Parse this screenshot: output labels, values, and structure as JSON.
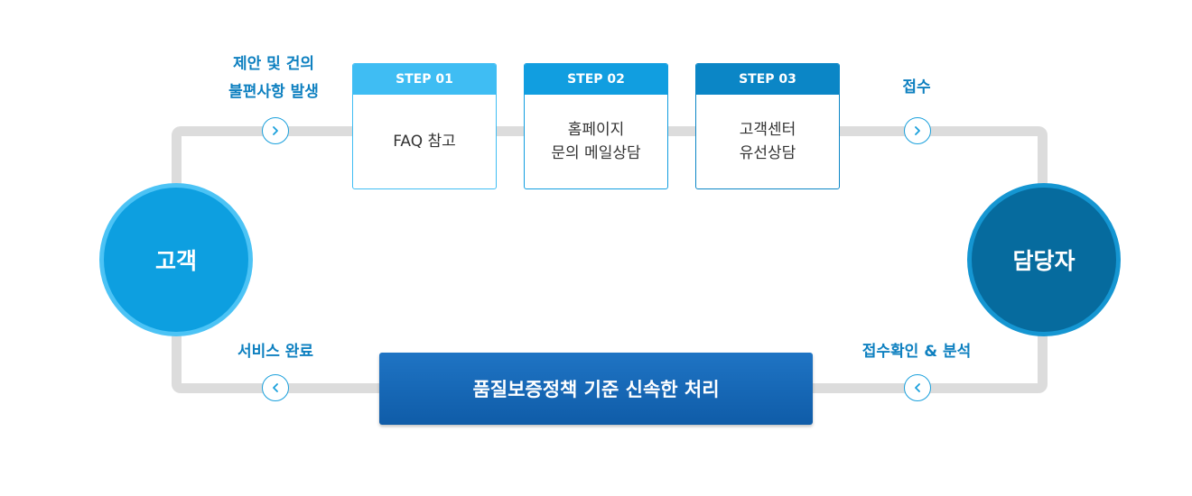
{
  "actors": {
    "customer": "고객",
    "manager": "담당자"
  },
  "labels": {
    "suggestion": "제안 및 건의\n불편사항 발생",
    "receipt": "접수",
    "confirm_analysis": "접수확인 & 분석",
    "service_done": "서비스 완료"
  },
  "steps": [
    {
      "label": "STEP 01",
      "text": "FAQ 참고"
    },
    {
      "label": "STEP 02",
      "text": "홈페이지\n문의 메일상담"
    },
    {
      "label": "STEP 03",
      "text": "고객센터\n유선상담"
    }
  ],
  "process": "품질보증정책 기준 신속한 처리",
  "colors": {
    "line": "#dcdcdc",
    "step1": "#3fbdf3",
    "step2": "#119ee0",
    "step3": "#0b86c6",
    "customer": "#0d9fe0",
    "manager": "#066b9e",
    "process": "#1266b4",
    "label": "#0e80c0"
  },
  "icons": {
    "forward": "chevron-right-icon",
    "back": "chevron-left-icon"
  }
}
